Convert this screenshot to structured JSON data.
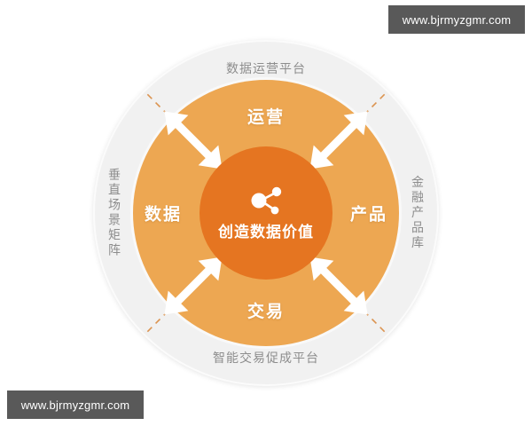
{
  "watermarks": {
    "top_right": "www.bjrmyzgmr.com",
    "bottom_left": "www.bjrmyzgmr.com"
  },
  "diagram": {
    "core": {
      "icon": "share-network-icon",
      "title": "创造数据价值",
      "color": "#e57521"
    },
    "middle_ring": {
      "color": "#eda752",
      "labels": [
        {
          "position": "top",
          "text": "运营"
        },
        {
          "position": "left",
          "text": "数据"
        },
        {
          "position": "right",
          "text": "产品"
        },
        {
          "position": "bottom",
          "text": "交易"
        }
      ]
    },
    "outer_ring": {
      "color": "#f1f1f1",
      "labels": [
        {
          "position": "top",
          "text": "数据运营平台"
        },
        {
          "position": "left",
          "text": "垂直场景矩阵"
        },
        {
          "position": "right",
          "text": "金融产品库"
        },
        {
          "position": "bottom",
          "text": "智能交易促成平台"
        }
      ]
    },
    "arrows": {
      "count": 4,
      "style": "double-headed-diagonal",
      "color": "#ffffff"
    },
    "dividers": {
      "count": 4,
      "style": "dashed-radial",
      "color": "#d98a45"
    }
  }
}
